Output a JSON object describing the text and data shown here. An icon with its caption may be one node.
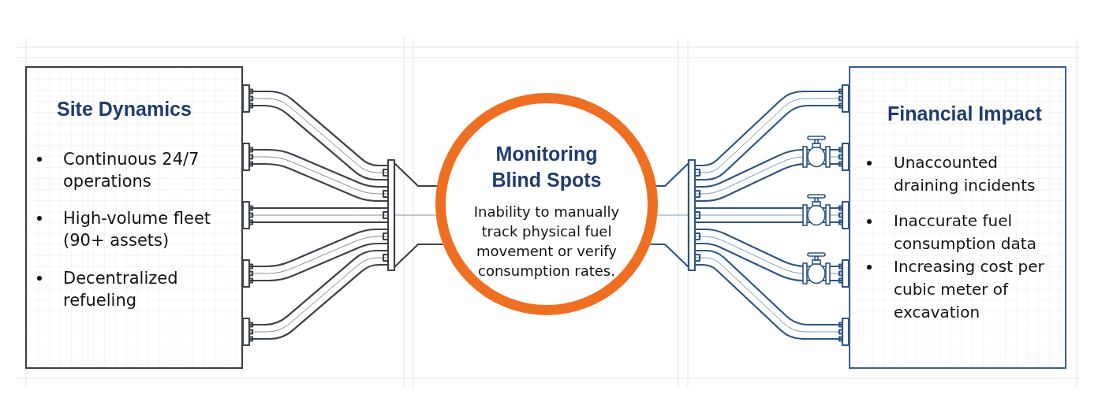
{
  "diagram": {
    "nodes": [
      {
        "text": [
          "Site Dynamics",
          "Continuous 24/7 operations",
          "High-volume fleet (90+ assets)",
          "Decentralized refueling"
        ]
      },
      {
        "text": [
          "Monitoring Blind Spots",
          "Inability to manually track physical fuel movement or verify consumption rates."
        ]
      },
      {
        "text": [
          "Financial Impact",
          "Unaccounted draining incidents",
          "Inaccurate fuel consumption data",
          "Increasing cost per cubic meter of excavation"
        ]
      }
    ],
    "edges": [
      {
        "from": 0,
        "to": 1,
        "arrow": "none",
        "color": "#3c4249"
      },
      {
        "from": 1,
        "to": 2,
        "arrow": "none",
        "color": "#2c5683"
      }
    ]
  }
}
